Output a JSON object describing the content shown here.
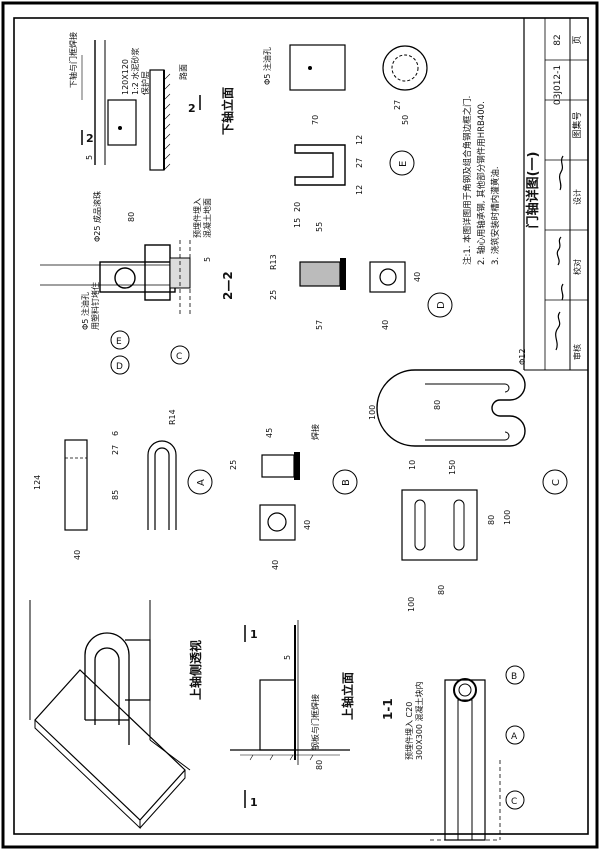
{
  "sheet": {
    "title": "门轴详图(一)",
    "atlas_label": "图集号",
    "atlas_no": "03J012-1",
    "page_label": "页",
    "page_no": "82",
    "review_label": "审核",
    "check_label": "校对",
    "design_label": "设计"
  },
  "notes": {
    "line1": "注:1. 本图详图用于角钢及组合角钢边框之门.",
    "line2": "2. 轴心用轴承钢, 其他部分钢件用HRB400.",
    "line3": "3. 浇筑安装时槽内灌黄油."
  },
  "lower_elevation": {
    "title": "下轴立面",
    "weld_note": "下轴与门框焊接",
    "block_note_1": "120X120",
    "block_note_2": "1:2 水泥砂浆",
    "block_note_3": "保护层",
    "ground": "路面",
    "section_no": "2",
    "dim_5": "5"
  },
  "section_22": {
    "title": "2—2",
    "d25": "Φ25 成品滚珠",
    "embed_1": "预埋件埋入",
    "embed_2": "混凝土地面",
    "hole_1": "Φ5 注油孔",
    "hole_2": "用塑料钉堵住",
    "dim_80": "80",
    "dim_5": "5"
  },
  "detail_A": {
    "mark": "A",
    "r14": "R14",
    "dim_124": "124",
    "dim_85": "85",
    "dim_27": "27",
    "dim_6": "6",
    "dim_40": "40"
  },
  "detail_B": {
    "mark": "B",
    "weld": "焊接",
    "dim_45": "45",
    "dim_25": "25",
    "dim_40": "40",
    "dim_40b": "40"
  },
  "detail_C": {
    "mark": "C",
    "d12": "Φ12",
    "dim_100": "100",
    "dim_80": "80",
    "dim_150": "150",
    "dim_10": "10",
    "dim_80b": "80",
    "dim_100b": "100"
  },
  "detail_D": {
    "mark": "D",
    "r13": "R13",
    "dim_25": "25",
    "dim_57": "57",
    "dim_40": "40",
    "dim_40b": "40"
  },
  "detail_E": {
    "mark": "E",
    "hole": "Φ5 注油孔",
    "dim_70": "70",
    "dim_27": "27",
    "dim_50": "50",
    "dim_12a": "12",
    "dim_27b": "27",
    "dim_12b": "12",
    "dim_20": "20",
    "dim_15": "15",
    "dim_55": "55"
  },
  "upper_elevation": {
    "title": "上轴立面",
    "weld_note": "钢板与门框焊接",
    "section_no": "1",
    "dim_80": "80",
    "dim_5": "5"
  },
  "perspective": {
    "title": "上轴侧透视"
  },
  "section_11": {
    "title": "1-1",
    "embed_1": "预埋件埋入 C20",
    "embed_2": "300X300 混凝土块内"
  },
  "markers": {
    "A": "A",
    "B": "B",
    "C": "C",
    "D": "D",
    "E": "E"
  },
  "sig": {
    "review": "刘伍力",
    "check": "龙",
    "design": "于"
  }
}
